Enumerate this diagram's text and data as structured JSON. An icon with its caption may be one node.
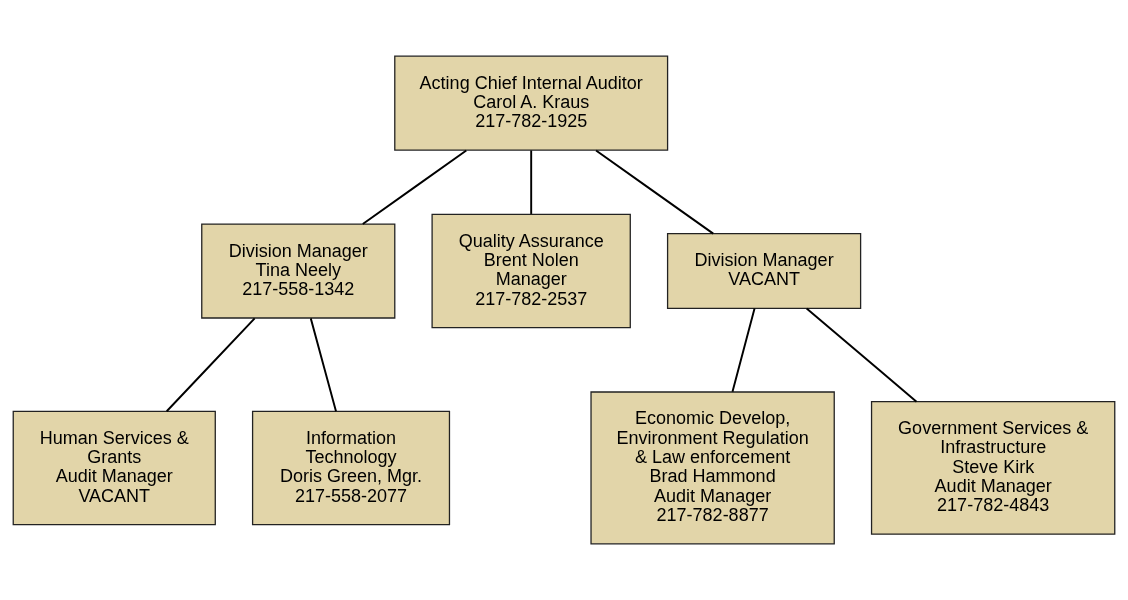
{
  "diagram": {
    "nodes": [
      {
        "text": [
          "Acting Chief Internal Auditor",
          "Carol A. Kraus",
          "217-782-1925"
        ]
      },
      {
        "text": [
          "Division Manager",
          "Tina Neely",
          "217-558-1342"
        ]
      },
      {
        "text": [
          "Quality Assurance",
          "Brent Nolen",
          "Manager",
          "217-782-2537"
        ]
      },
      {
        "text": [
          "Division Manager",
          "VACANT"
        ]
      },
      {
        "text": [
          "Human Services & Grants",
          "Audit Manager",
          "VACANT"
        ]
      },
      {
        "text": [
          "Information Technology",
          "Doris Green, Mgr.",
          "217-558-2077"
        ]
      },
      {
        "text": [
          "Economic Develop, Environment Regulation & Law enforcement",
          "Brad Hammond",
          "Audit Manager",
          "217-782-8877"
        ]
      },
      {
        "text": [
          "Government Services & Infrastructure",
          "Steve Kirk",
          "Audit Manager",
          "217-782-4843"
        ]
      }
    ],
    "edges": [
      {
        "from": 0,
        "to": 1,
        "arrow": "none"
      },
      {
        "from": 0,
        "to": 2,
        "arrow": "none"
      },
      {
        "from": 0,
        "to": 3,
        "arrow": "none"
      },
      {
        "from": 1,
        "to": 4,
        "arrow": "none"
      },
      {
        "from": 1,
        "to": 5,
        "arrow": "none"
      },
      {
        "from": 3,
        "to": 6,
        "arrow": "none"
      },
      {
        "from": 3,
        "to": 7,
        "arrow": "none"
      }
    ]
  }
}
